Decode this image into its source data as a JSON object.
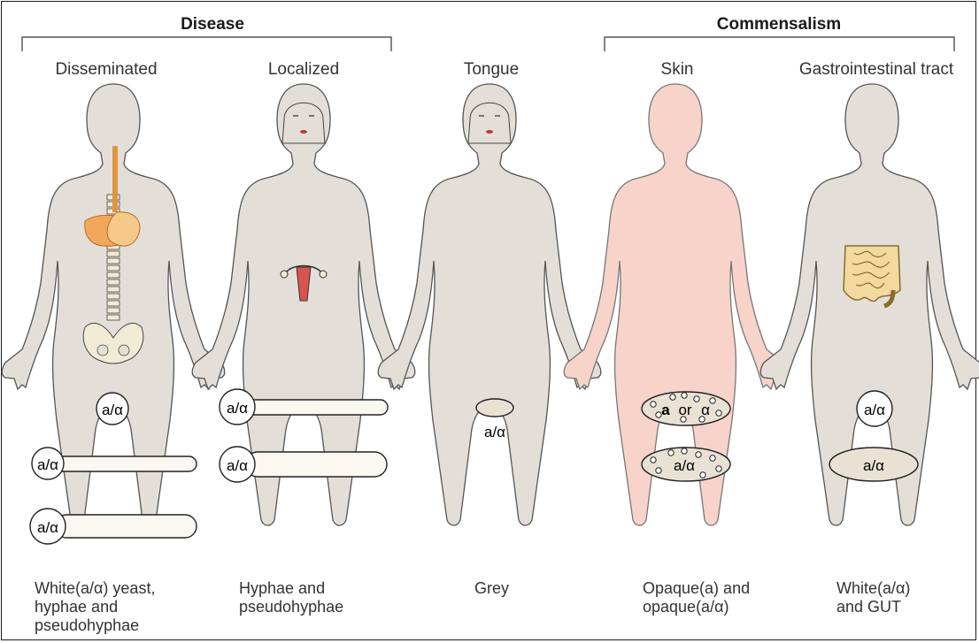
{
  "groups": {
    "disease": "Disease",
    "commensalism": "Commensalism"
  },
  "columns": [
    {
      "title": "Disseminated"
    },
    {
      "title": "Localized"
    },
    {
      "title": "Tongue"
    },
    {
      "title": "Skin"
    },
    {
      "title": "Gastrointestinal tract"
    }
  ],
  "captions": [
    [
      "White(a/α) yeast,",
      "hyphae and",
      "pseudohyphae"
    ],
    [
      "Hyphae and",
      "pseudohyphae"
    ],
    [
      "Grey"
    ],
    [
      "Opaque(a) and",
      "opaque(a/α)"
    ],
    [
      "White(a/α)",
      "and GUT"
    ]
  ],
  "cells": {
    "label_a_alpha": "a/α",
    "label_a": "a",
    "label_or": "or",
    "label_alpha": "α"
  },
  "colors": {
    "body": "#e3dfd8",
    "body_outline": "#555555",
    "skin_body": "#f7d3c9",
    "organ_orange": "#f2a85c",
    "organ_light": "#f5c98a",
    "bone": "#f1ead4",
    "uterus": "#d9534f",
    "intestine": "#f1d9a0",
    "cell_fill": "#e8e1d4",
    "line": "#222222"
  }
}
